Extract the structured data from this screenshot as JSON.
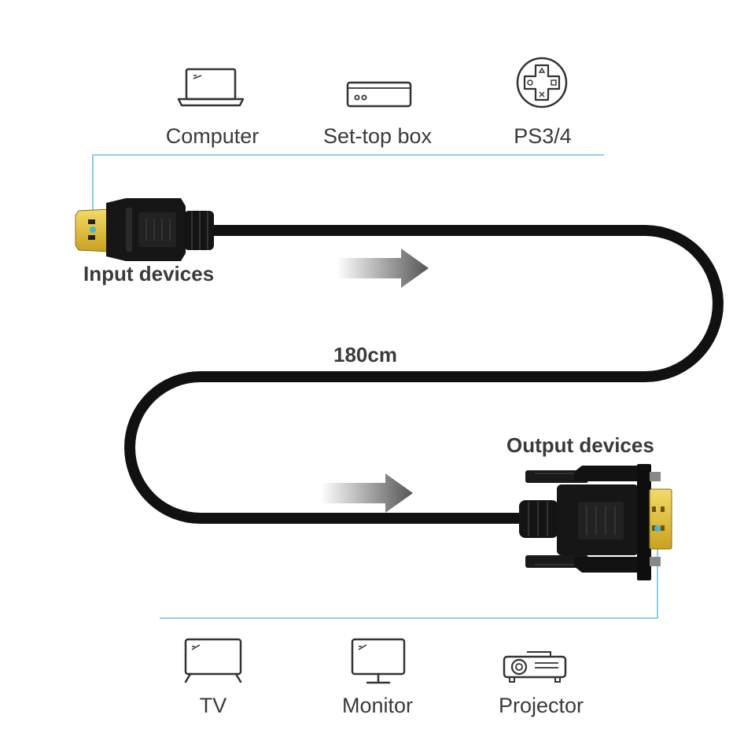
{
  "input_devices": {
    "label": "Input devices",
    "items": [
      {
        "label": "Computer",
        "icon": "laptop-icon"
      },
      {
        "label": "Set-top box",
        "icon": "set-top-box-icon"
      },
      {
        "label": "PS3/4",
        "icon": "gamepad-icon"
      }
    ]
  },
  "output_devices": {
    "label": "Output devices",
    "items": [
      {
        "label": "TV",
        "icon": "tv-icon"
      },
      {
        "label": "Monitor",
        "icon": "monitor-icon"
      },
      {
        "label": "Projector",
        "icon": "projector-icon"
      }
    ]
  },
  "cable": {
    "length_label": "180cm"
  },
  "colors": {
    "accent_line": "#4fb3cf",
    "cable": "#111111",
    "gold": "#e8c23a",
    "text": "#3a3a3a"
  }
}
